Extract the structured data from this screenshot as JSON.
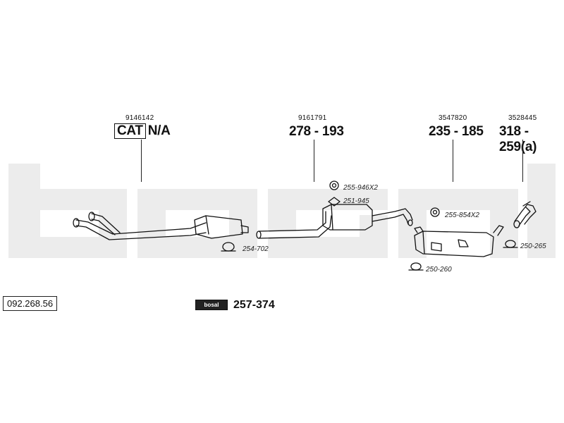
{
  "parts": [
    {
      "part_no": "9146142",
      "ref_a": "CAT",
      "ref_b": "N/A"
    },
    {
      "part_no": "9161791",
      "ref_a": "278",
      "ref_b": "193"
    },
    {
      "part_no": "3547820",
      "ref_a": "235",
      "ref_b": "185"
    },
    {
      "part_no": "3528445",
      "ref_a": "318",
      "ref_b": "259(a)"
    }
  ],
  "fittings": [
    "255-946X2",
    "251-945",
    "254-702",
    "255-854X2",
    "250-265",
    "250-260"
  ],
  "diagram_code": "092.268.56",
  "brand": {
    "logo_text": "bosal",
    "kit_no": "257-374"
  },
  "separator": "-"
}
